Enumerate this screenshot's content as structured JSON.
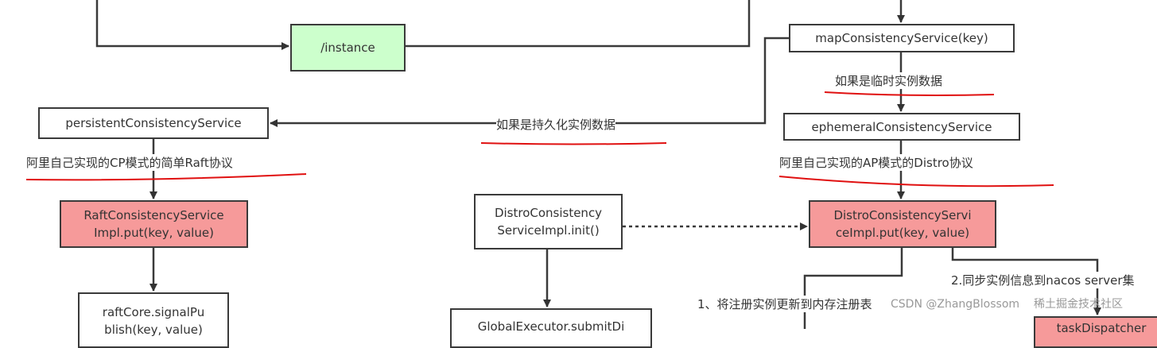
{
  "nodes": {
    "instance": "/instance",
    "map": "mapConsistencyService(key)",
    "ephemeral": "ephemeralConsistencyService",
    "persistent": "persistentConsistencyService",
    "raft_put": "RaftConsistencyService Impl.put(key, value)",
    "raft_core": "raftCore.signalPu blish(key, value)",
    "distro_init": "DistroConsistency ServiceImpl.init()",
    "global_exec": "GlobalExecutor.submitDi",
    "distro_put": "DistroConsistencyServi ceImpl.put(key, value)",
    "task_dispatcher": "taskDispatcher"
  },
  "labels": {
    "ephemeral_cond": "如果是临时实例数据",
    "persistent_cond": "如果是持久化实例数据",
    "cp_note": "阿里自己实现的CP模式的简单Raft协议",
    "ap_note": "阿里自己实现的AP模式的Distro协议",
    "step1": "1、将注册实例更新到内存注册表",
    "step2": "2.同步实例信息到nacos server集"
  },
  "watermark": {
    "csdn": "CSDN @ZhangBlossom",
    "juejin": "稀土掘金技术社区"
  },
  "colors": {
    "highlight_node": "#f69a9a",
    "entry_node": "#ccffcc",
    "annotation_underline": "#e01010"
  }
}
